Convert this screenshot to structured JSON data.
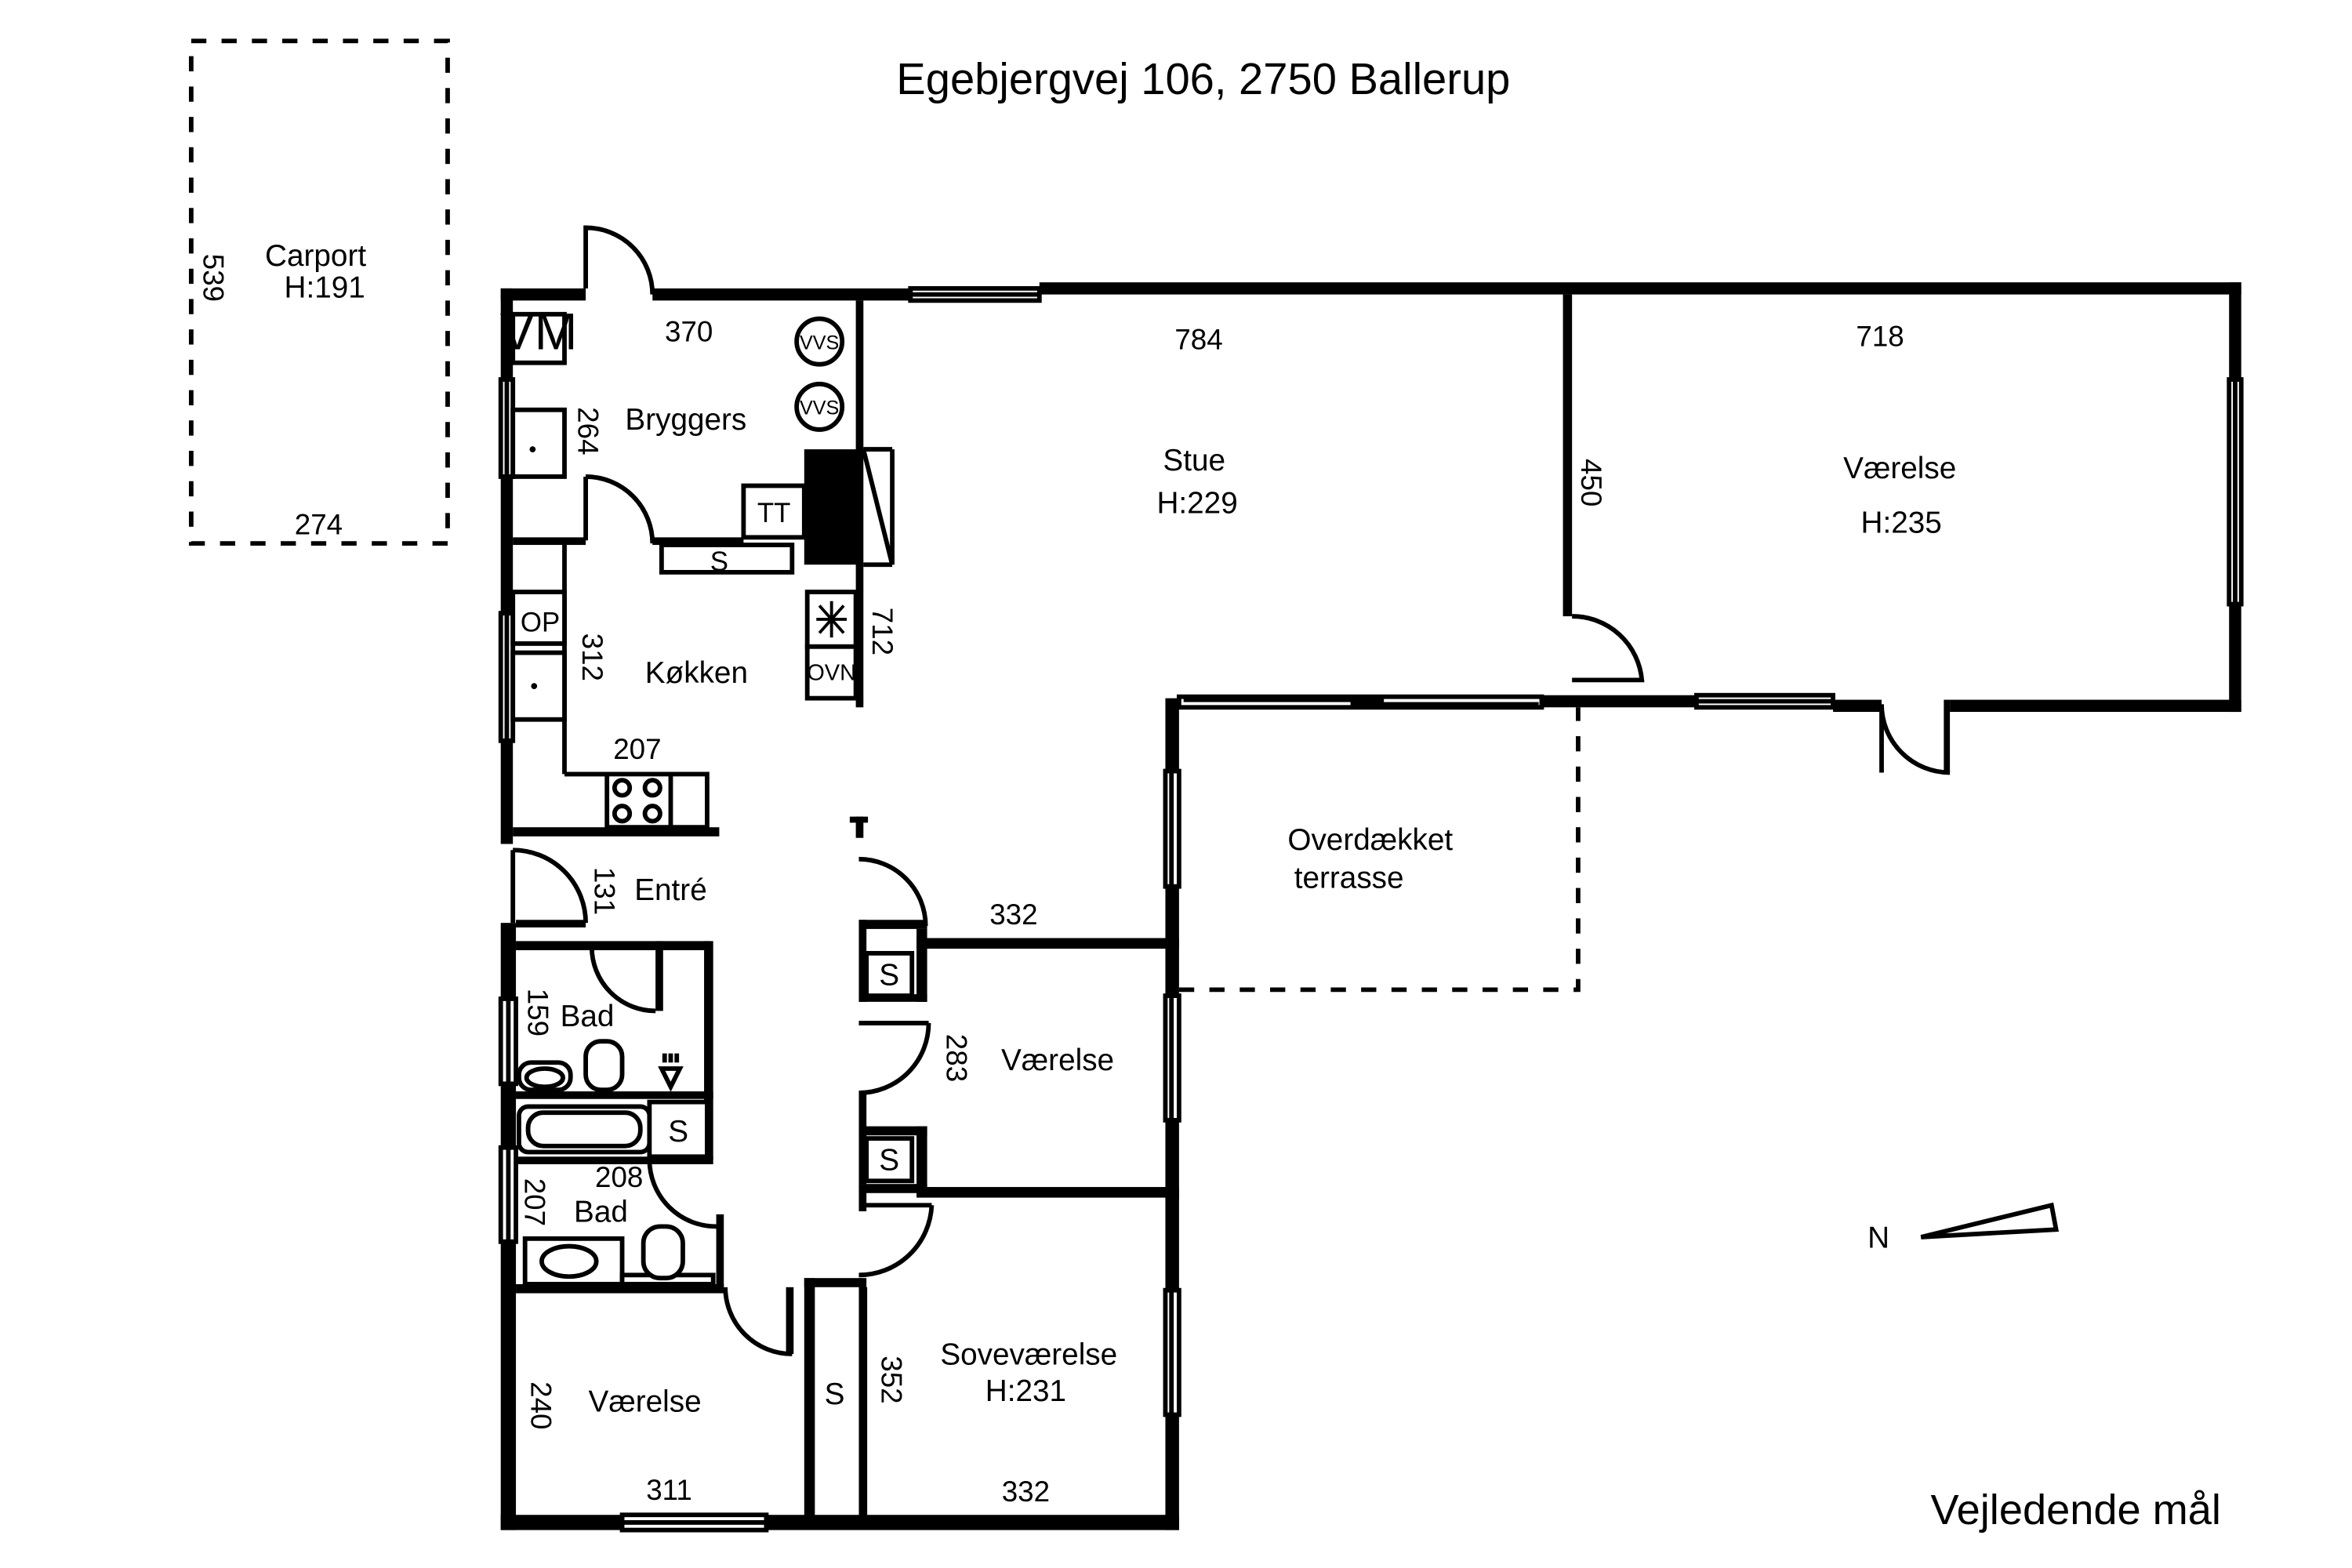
{
  "title": "Egebjergvej 106, 2750 Ballerup",
  "note": "Vejledende mål",
  "compass": {
    "label": "N"
  },
  "carport": {
    "name": "Carport",
    "height": "H:191",
    "width_dim": "274",
    "depth_dim": "539"
  },
  "rooms": {
    "bryggers": {
      "name": "Bryggers",
      "dim_w": "370",
      "dim_d": "264"
    },
    "koekken": {
      "name": "Køkken",
      "dim_w": "207",
      "dim_d": "312"
    },
    "stue": {
      "name": "Stue",
      "height": "H:229",
      "dim_w": "784",
      "dim_d": "712"
    },
    "vaerelse_east": {
      "name": "Værelse",
      "height": "H:235",
      "dim_w": "718",
      "dim_d": "450"
    },
    "terrasse": {
      "line1": "Overdækket",
      "line2": "terrasse"
    },
    "entre": {
      "name": "Entré",
      "dim": "131"
    },
    "bad1": {
      "name": "Bad",
      "dim": "159"
    },
    "bad2": {
      "name": "Bad",
      "dim_w": "208",
      "dim_d": "207"
    },
    "vaerelse_mid": {
      "name": "Værelse",
      "dim_w": "332",
      "dim_d": "283"
    },
    "vaerelse_sw": {
      "name": "Værelse",
      "dim_w": "311",
      "dim_d": "240"
    },
    "sovevaerelse": {
      "name": "Soveværelse",
      "height": "H:231",
      "dim_w": "332",
      "dim_d": "352"
    }
  },
  "fixtures": {
    "vm": "VM",
    "vvs": "VVS",
    "tt": "TT",
    "op": "OP",
    "ovn": "OVN",
    "closet": "S"
  }
}
